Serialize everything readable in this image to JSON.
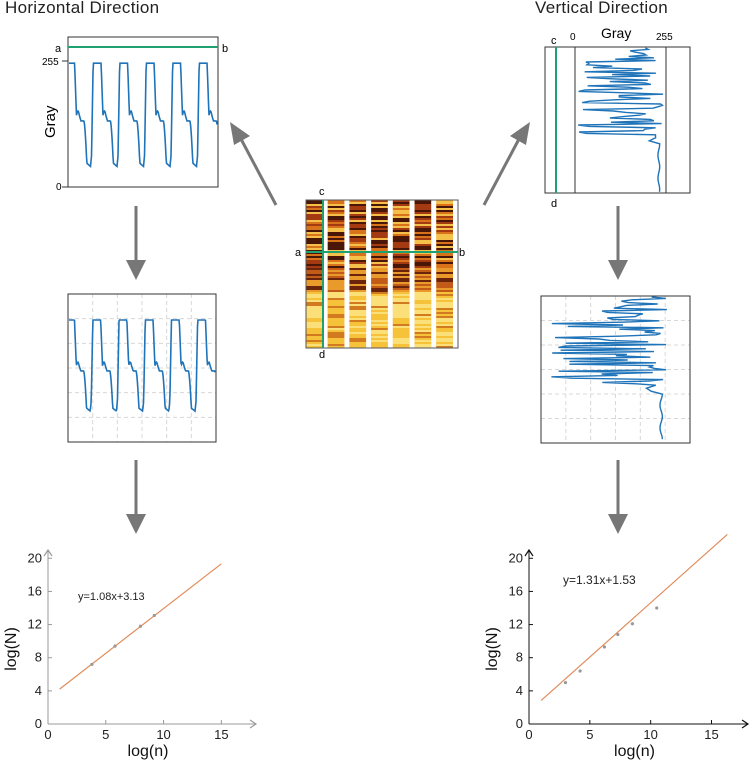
{
  "titles": {
    "horizontal": "Horizontal Direction",
    "vertical": "Vertical Direction"
  },
  "horizontal_profile": {
    "marker_left": "a",
    "marker_right": "b",
    "y_label": "Gray",
    "y_max_label": "255",
    "y_min_label": "0"
  },
  "vertical_profile": {
    "marker_top": "c",
    "marker_bottom": "d",
    "x_label": "Gray",
    "x_min_label": "0",
    "x_max_label": "255"
  },
  "center_image": {
    "label_a": "a",
    "label_b": "b",
    "label_c": "c",
    "label_d": "d"
  },
  "colors": {
    "signal": "#1f73b8",
    "scan_line": "#1fa070",
    "arrow": "#777777",
    "fit_line": "#e08c5c",
    "grid": "#d8d8d8"
  },
  "chart_data": [
    {
      "type": "scatter",
      "title": "",
      "xlabel": "log(n)",
      "ylabel": "log(N)",
      "xlim": [
        0,
        18
      ],
      "ylim": [
        0,
        21
      ],
      "xticks": [
        0,
        5,
        10,
        15
      ],
      "yticks": [
        0,
        4,
        8,
        12,
        16,
        20
      ],
      "annotation": "y=1.08x+3.13",
      "fit": {
        "slope": 1.08,
        "intercept": 3.13,
        "x_range": [
          1,
          15
        ]
      },
      "x": [
        3.8,
        5.8,
        8.0,
        9.2
      ],
      "y": [
        7.2,
        9.4,
        11.8,
        13.1
      ]
    },
    {
      "type": "scatter",
      "title": "",
      "xlabel": "log(n)",
      "ylabel": "log(N)",
      "xlim": [
        0,
        18
      ],
      "ylim": [
        0,
        21
      ],
      "xticks": [
        0,
        5,
        10,
        15
      ],
      "yticks": [
        0,
        4,
        8,
        12,
        16,
        20
      ],
      "annotation": "y=1.31x+1.53",
      "fit": {
        "slope": 1.31,
        "intercept": 1.53,
        "x_range": [
          1,
          16.3
        ]
      },
      "x": [
        3.0,
        4.2,
        6.2,
        7.3,
        8.5,
        10.5
      ],
      "y": [
        5.0,
        6.4,
        9.3,
        10.8,
        12.1,
        14.0
      ]
    }
  ]
}
